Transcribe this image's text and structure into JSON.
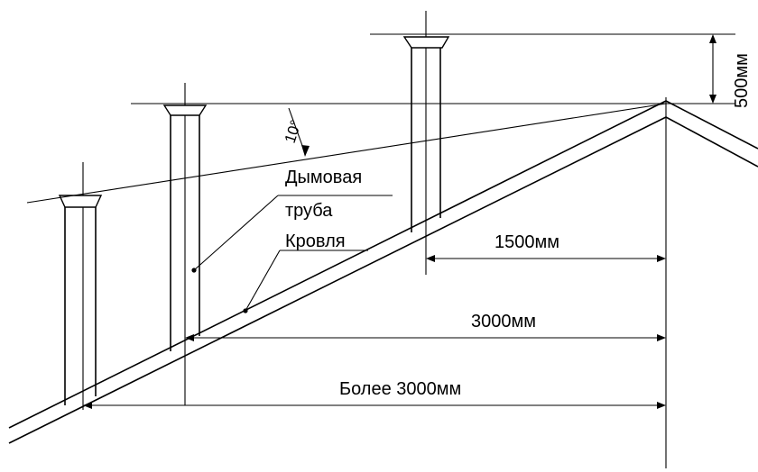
{
  "labels": {
    "chimney": [
      "Дымовая",
      "труба"
    ],
    "roof": "Кровля",
    "angle": "10°",
    "height_dim": "500мм"
  },
  "dimensions": [
    {
      "label": "1500мм"
    },
    {
      "label": "3000мм"
    },
    {
      "label": "Более 3000мм"
    }
  ],
  "colors": {
    "line": "#000000",
    "background": "#ffffff"
  }
}
